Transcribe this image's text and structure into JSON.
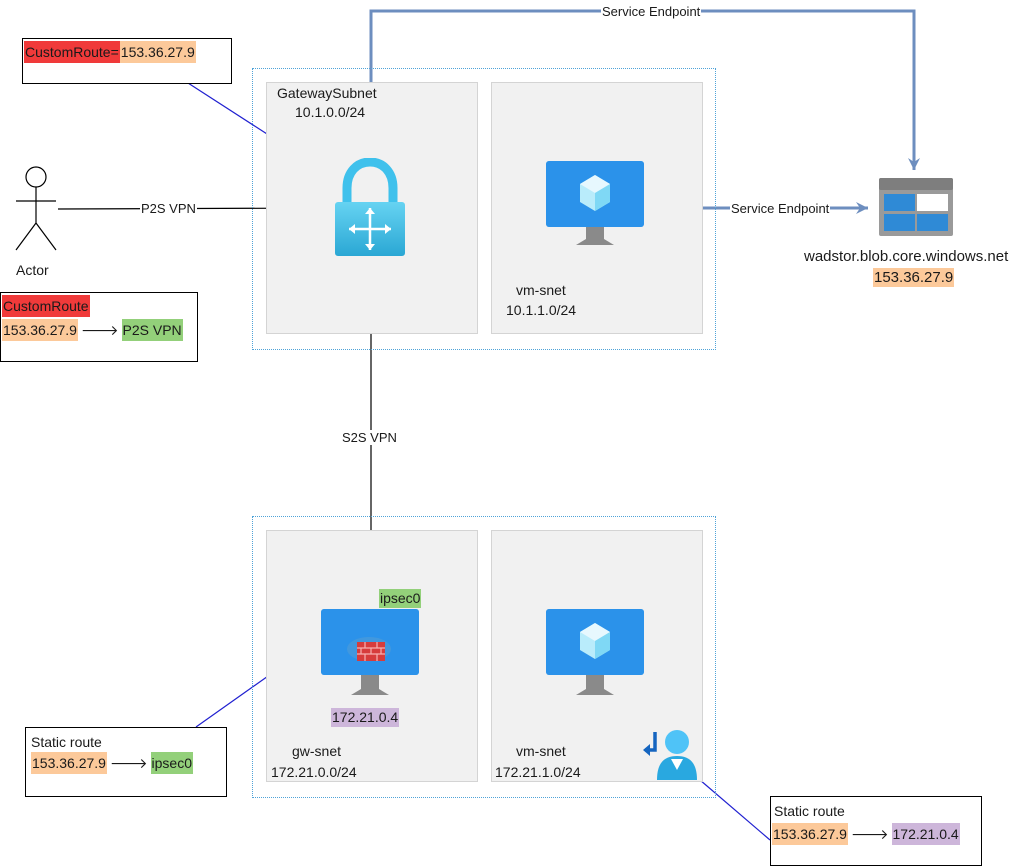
{
  "colors": {
    "red_highlight": "#f03a3a",
    "orange_highlight": "#fcc99a",
    "green_highlight": "#93d07a",
    "purple_highlight": "#cdb6da",
    "vnet_border": "#4fa3d8",
    "service_endpoint_line": "#6d8ebf"
  },
  "top_vnet": {
    "gateway_subnet": {
      "name": "GatewaySubnet",
      "cidr": "10.1.0.0/24",
      "icon": "vpn-gateway-lock-icon"
    },
    "vm_subnet": {
      "name": "vm-snet",
      "cidr": "10.1.1.0/24",
      "icon": "virtual-machine-icon"
    }
  },
  "bottom_vnet": {
    "gw_subnet": {
      "name": "gw-snet",
      "cidr": "172.21.0.0/24",
      "icon": "firewall-vm-icon",
      "ip": "172.21.0.4",
      "interface": "ipsec0"
    },
    "vm_subnet": {
      "name": "vm-snet",
      "cidr": "172.21.1.0/24",
      "icon": "virtual-machine-icon",
      "user_icon": "user-route-icon"
    }
  },
  "actor": {
    "label": "Actor",
    "icon": "actor-stick-figure-icon"
  },
  "storage": {
    "hostname": "wadstor.blob.core.windows.net",
    "ip": "153.36.27.9",
    "icon": "storage-account-icon"
  },
  "edges": {
    "p2s": "P2S VPN",
    "s2s": "S2S VPN",
    "service_endpoint_top": "Service Endpoint",
    "service_endpoint_side": "Service Endpoint"
  },
  "note_top": {
    "key": "CustomRoute=",
    "value": "153.36.27.9"
  },
  "note_custom_route": {
    "title": "CustomRoute",
    "ip": "153.36.27.9",
    "arrow": "🡒",
    "target": "P2S VPN"
  },
  "note_static_left": {
    "title": "Static route",
    "ip": "153.36.27.9",
    "arrow": "🡒",
    "target": "ipsec0"
  },
  "note_static_right": {
    "title": "Static route",
    "ip": "153.36.27.9",
    "arrow": "🡒",
    "target": "172.21.0.4"
  }
}
